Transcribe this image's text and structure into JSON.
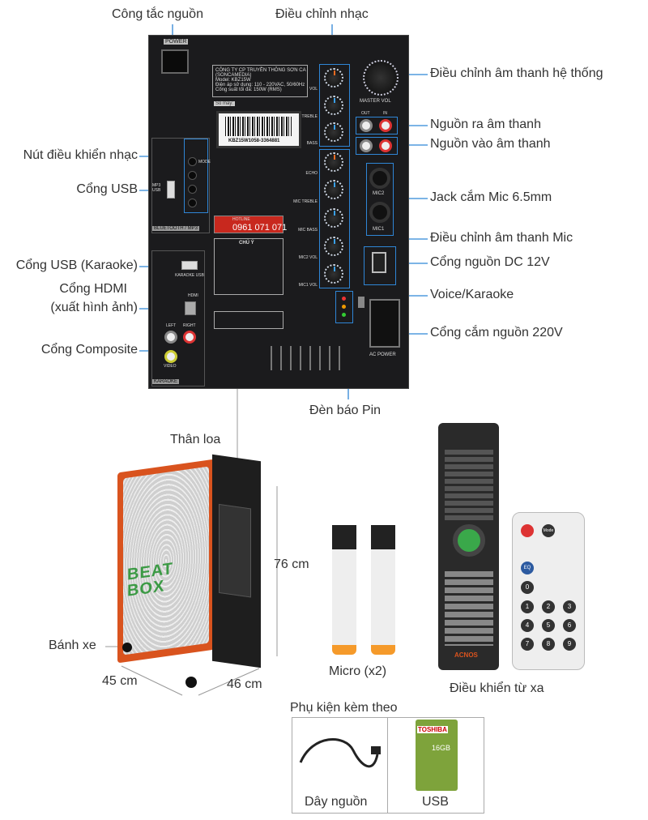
{
  "callouts": {
    "power_switch": "Công tắc nguồn",
    "music_adjust": "Điều chỉnh nhạc",
    "master_adjust": "Điều chỉnh âm thanh hệ thống",
    "audio_out": "Nguồn ra âm thanh",
    "audio_in": "Nguồn vào âm thanh",
    "mic_jack": "Jack cắm Mic 6.5mm",
    "mic_adjust": "Điều chỉnh âm thanh Mic",
    "dc_port": "Cổng nguồn DC 12V",
    "voice_karaoke": "Voice/Karaoke",
    "ac_port": "Cổng cắm nguồn 220V",
    "music_buttons": "Nút điều khiển nhạc",
    "usb": "Cổng USB",
    "usb_karaoke": "Cổng USB (Karaoke)",
    "hdmi_1": "Cổng HDMI",
    "hdmi_2": "(xuất hình ảnh)",
    "composite": "Cổng Composite",
    "battery_led": "Đèn báo Pin"
  },
  "panel": {
    "power": "POWER",
    "company": "CÔNG TY CP TRUYỀN THÔNG SƠN CA",
    "company2": "(SONCAMEDIA)",
    "model": "Model: KBZ15W",
    "voltage": "Điện áp sử dụng: 110 - 220VAC, 50/60Hz",
    "capacity": "Công suất tối đa: 150W (RMS)",
    "serial_label": "Số máy:",
    "serial": "KBZ15W1058-3364881",
    "knobs": [
      "VOL",
      "TREBLE",
      "BASS",
      "ECHO",
      "MIC TREBLE",
      "MIC BASS",
      "MIC2 VOL",
      "MIC1 VOL"
    ],
    "master_vol": "MASTER VOL",
    "out": "OUT",
    "in": "IN",
    "mic2": "MIC2",
    "mic1": "MIC1",
    "mode": "MODE",
    "mp3_usb": "MP3 USB",
    "bt_mp3": "BLUETOOTH / MP3",
    "hotline": "HOTLINE",
    "phone": "0961 071 071",
    "note": "CHÚ Ý",
    "karaoke_usb": "KARAOKE USB",
    "hdmi": "HDMI",
    "left": "LEFT",
    "right": "RIGHT",
    "video": "VIDEO",
    "karaoke": "KARAOKE",
    "ac_power": "AC POWER"
  },
  "product": {
    "body": "Thân loa",
    "height": "76 cm",
    "wheel": "Bánh xe",
    "width": "45 cm",
    "depth": "46 cm",
    "logo": "BEAT BOX",
    "micro": "Micro (x2)",
    "remote": "Điều khiển từ xa",
    "remote_brand": "ACNOS",
    "accessories": "Phụ kiện kèm theo",
    "power_cord": "Dây nguồn",
    "usb": "USB",
    "usb_brand": "TOSHIBA",
    "usb_size": "16GB",
    "small_remote_keys": [
      "Mode",
      "EQ",
      "0",
      "1",
      "2",
      "3",
      "4",
      "5",
      "6",
      "7",
      "8",
      "9"
    ]
  },
  "colors": {
    "leader": "#2f86d6",
    "speaker_trim": "#d9531e",
    "ok_button": "#3aa84a"
  }
}
